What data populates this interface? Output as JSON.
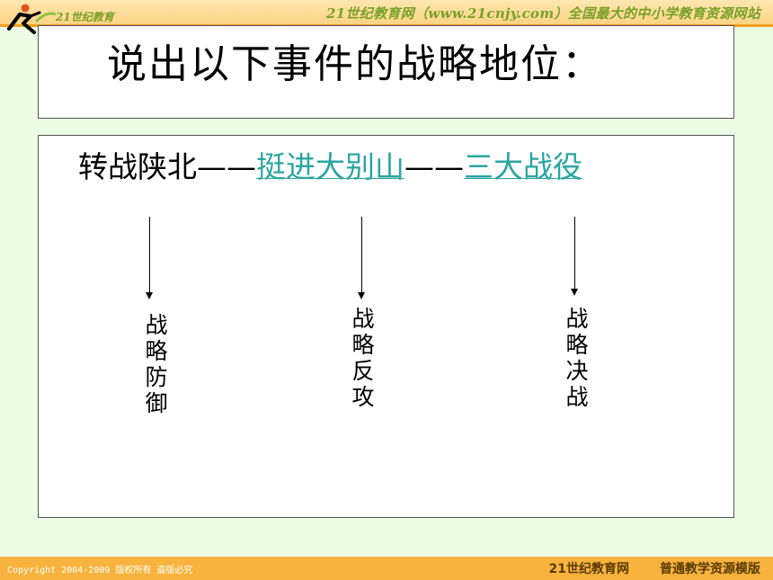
{
  "header": {
    "logo_text": "21世纪教育",
    "site_banner": "21世纪教育网（www.21cnjy.com）全国最大的中小学教育资源网站"
  },
  "title": "说出以下事件的战略地位：",
  "events": {
    "first": "转战陕北",
    "dash1": "——",
    "second": "挺进大别山",
    "dash2": "——",
    "third": "三大战役"
  },
  "roles": [
    {
      "label": "战略防御"
    },
    {
      "label": "战略反攻"
    },
    {
      "label": "战略决战"
    }
  ],
  "footer": {
    "copyright": "Copyright 2004-2009 版权所有 盗版必究",
    "brand": "21世纪教育网",
    "tagline": "普通教学资源模版"
  },
  "colors": {
    "background": "#edfde5",
    "link": "#2aa5a0",
    "footer": "#f7b33d",
    "header": "#fbd484"
  }
}
